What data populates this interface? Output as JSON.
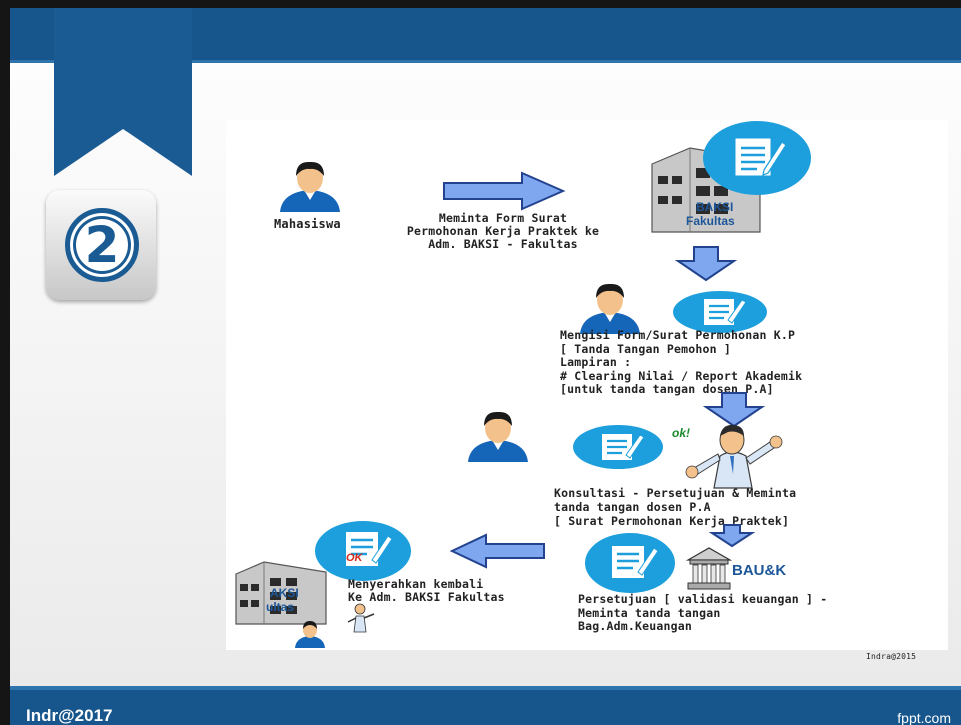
{
  "slide": {
    "step_number": "2",
    "footer_left": "Indr@2017",
    "footer_right": "fppt.com"
  },
  "diagram": {
    "actor_mahasiswa": "Mahasiswa",
    "step1_text": [
      "Meminta Form Surat",
      "Permohonan Kerja Praktek ke",
      "Adm. BAKSI - Fakultas"
    ],
    "building_label_1": "BAKSI",
    "building_label_2": "Fakultas",
    "step2_text": [
      "Mengisi Form/Surat Permohonan K.P",
      "[ Tanda Tangan Pemohon ]",
      "Lampiran :",
      " # Clearing Nilai / Report Akademik",
      "[untuk  tanda tangan dosen P.A]"
    ],
    "ok_label": "ok!",
    "step3_text": [
      "Konsultasi - Persetujuan  & Meminta",
      "tanda tangan dosen P.A",
      " [ Surat Permohonan Kerja Praktek]"
    ],
    "bauk_label": "BAU&K",
    "step4_text": [
      "Persetujuan  [ validasi keuangan ] -",
      "Meminta tanda tangan",
      "Bag.Adm.Keuangan"
    ],
    "ok_stamp": "OK",
    "step5_text": [
      "Menyerahkan kembali",
      "Ke Adm. BAKSI Fakultas"
    ],
    "building_small_label_1": "AKSI",
    "building_small_label_2": "ultas",
    "credit": "Indra@2015"
  }
}
